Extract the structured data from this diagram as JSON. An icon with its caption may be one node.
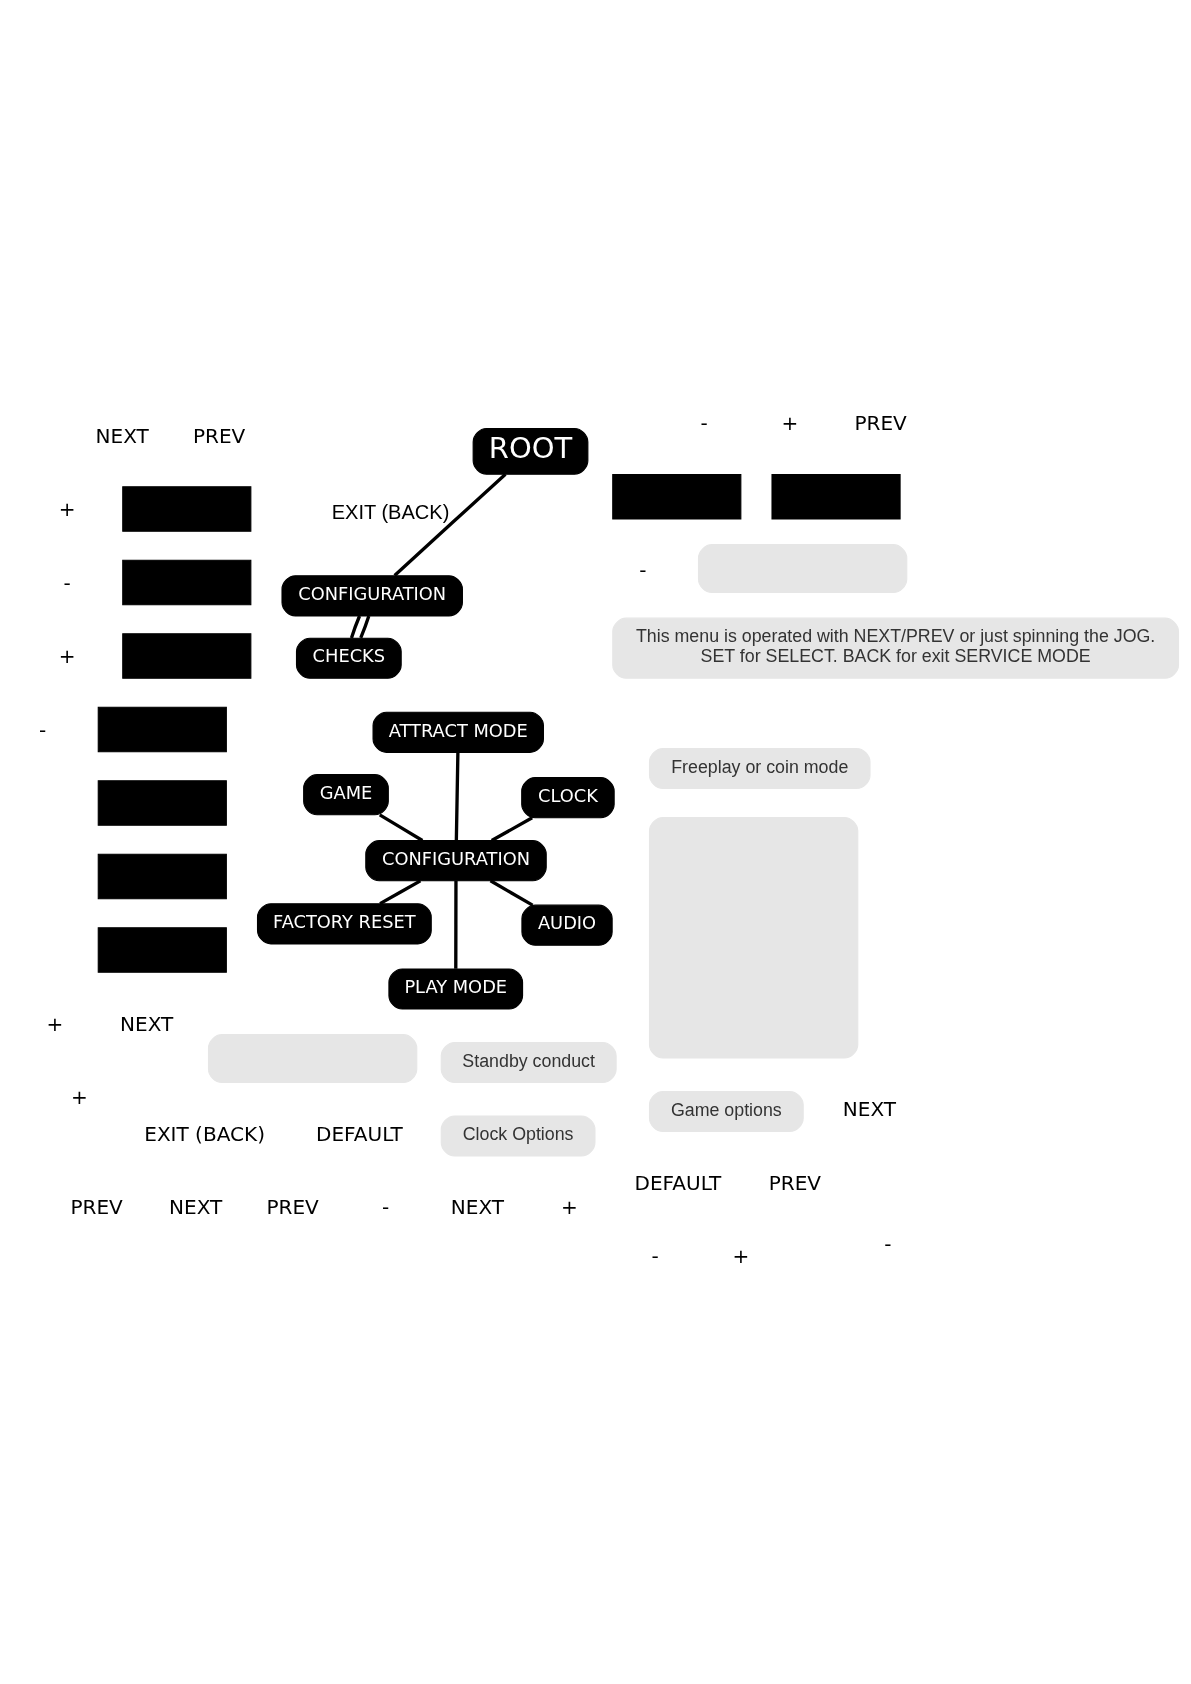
{
  "diagram": {
    "nodes": [
      {
        "text": [],
        "shape": "box"
      },
      {
        "text": [
          "CONFIGURATION"
        ]
      },
      {
        "text": [
          "ROOT"
        ]
      },
      {
        "text": [
          "CHECKS"
        ]
      },
      {
        "text": [],
        "shape": "box"
      },
      {
        "text": [],
        "shape": "box"
      },
      {
        "text": [
          "CONFIGURATION"
        ]
      },
      {
        "text": [],
        "shape": "box"
      },
      {
        "text": [
          "AUDIO"
        ]
      },
      {
        "text": [],
        "shape": "box"
      },
      {
        "text": [],
        "shape": "box"
      },
      {
        "text": [
          "PLAY MODE"
        ]
      },
      {
        "text": [],
        "shape": "box"
      },
      {
        "text": [
          "Freeplay or coin mode"
        ]
      },
      {
        "text": [
          "GAME"
        ]
      },
      {
        "text": [],
        "shape": "box"
      },
      {
        "text": [
          "Game options"
        ]
      },
      {
        "text": [
          "CLOCK"
        ]
      },
      {
        "text": [],
        "shape": "box"
      },
      {
        "text": [
          "Clock Options"
        ]
      },
      {
        "text": [
          "ATTRACT MODE"
        ]
      },
      {
        "text": [],
        "shape": "box"
      },
      {
        "text": [
          "Standby conduct"
        ]
      },
      {
        "text": [
          "FACTORY RESET"
        ]
      },
      {
        "text": [],
        "shape": "box"
      },
      {
        "text": [],
        "shape": "box"
      },
      {
        "text": [
          "This menu is operated with NEXT/PREV or just spinning the JOG.",
          "SET for SELECT. BACK for exit SERVICE MODE"
        ]
      }
    ],
    "edges": [
      {
        "from": 2,
        "to": 1,
        "arrow": "none",
        "label": "EXIT (BACK)"
      },
      {
        "from": 1,
        "to": 3,
        "arrow": "none"
      },
      {
        "from": 1,
        "to": 3,
        "arrow": "none"
      },
      {
        "from": 6,
        "to": 8,
        "arrow": "none"
      },
      {
        "from": 6,
        "to": 11,
        "arrow": "none"
      },
      {
        "from": 6,
        "to": 14,
        "arrow": "none"
      },
      {
        "from": 6,
        "to": 17,
        "arrow": "none"
      },
      {
        "from": 6,
        "to": 20,
        "arrow": "none"
      },
      {
        "from": 6,
        "to": 23,
        "arrow": "none"
      }
    ],
    "labels": [
      "-",
      "+",
      "DEFAULT",
      "-",
      "+",
      "+",
      "NEXT",
      "DEFAULT",
      "PREV",
      "-",
      "+",
      "NEXT",
      "EXIT (BACK)",
      "PREV",
      "-",
      "+",
      "NEXT",
      "PREV",
      "-",
      "+",
      "NEXT",
      "PREV",
      "-",
      "+",
      "NEXT",
      "PREV",
      "-"
    ]
  }
}
